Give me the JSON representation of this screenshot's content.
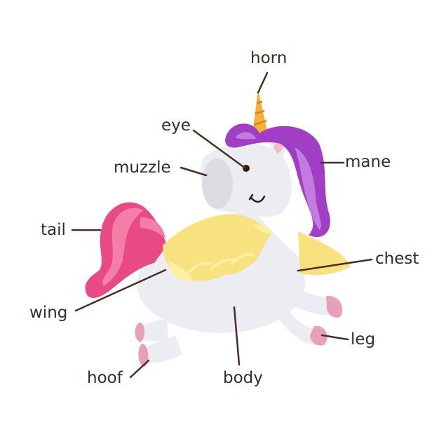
{
  "labels": {
    "horn": "horn",
    "eye": "eye",
    "muzzle": "muzzle",
    "mane": "mane",
    "tail": "tail",
    "chest": "chest",
    "wing": "wing",
    "leg": "leg",
    "hoof": "hoof",
    "body": "body"
  },
  "colors": {
    "body": "#ecedf2",
    "mane": "#a03fc4",
    "mane_light": "#c27bdf",
    "tail": "#e84a86",
    "tail_light": "#f37fa8",
    "wing": "#f8e27f",
    "wing_light": "#fcef9f",
    "hoof": "#e8a0b9",
    "horn": "#f4b136",
    "leader_line": "#4a2e22",
    "label_text": "#3b2a26"
  }
}
